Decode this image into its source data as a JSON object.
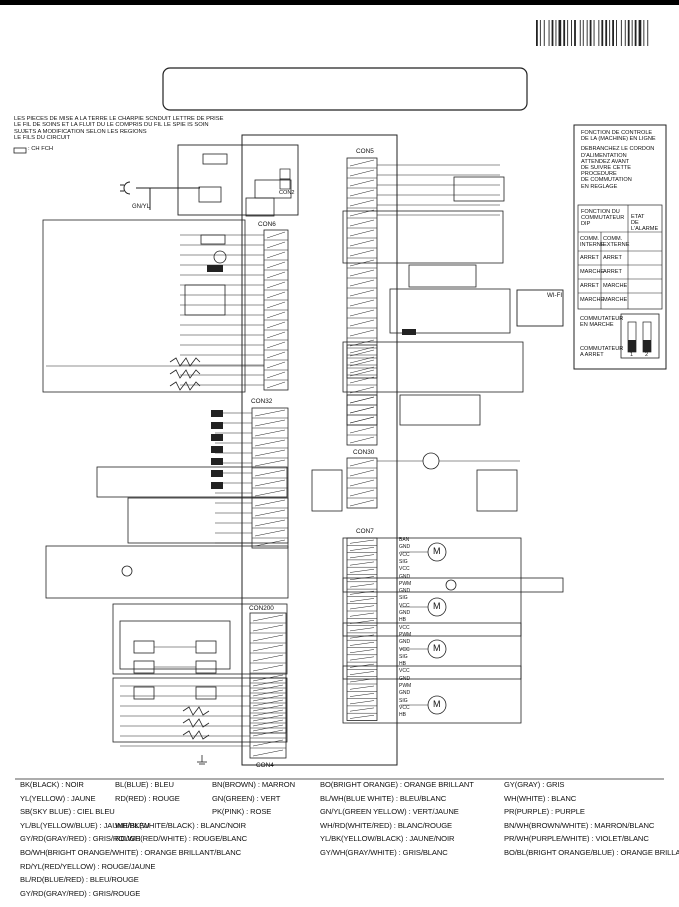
{
  "top_bar": {
    "color": "#000000"
  },
  "notes": [
    "LES PIECES DE MISE A LA TERRE LE CHARPIE SCNDUIT LETTRE DE PRISE",
    "LE FIL DE SOINS ET LA FLUIT DU LE COMPRIS DU FIL LE SPIE IS SOIN",
    "SUJETS A MODIFICATION SELON LES REGIONS",
    "LE FILS DU CIRCUIT"
  ],
  "note_symbol_text": ": CH FCH",
  "connectors": {
    "con5": "CON5",
    "con6": "CON6",
    "con2": "CON2",
    "con32": "CON32",
    "con30": "CON30",
    "con7": "CON7",
    "con200": "CON200",
    "con4": "CON4"
  },
  "ground_label": "GN/YL",
  "wifi_label": "WI-FI",
  "side_panel": {
    "title_lines": [
      "FONCTION DE CONTROLE",
      "DE LA (MACHINE) EN LIGNE"
    ],
    "bullet_lines": [
      "DEBRANCHEZ LE CORDON",
      "D'ALIMENTATION",
      "ATTENDEZ AVANT",
      "DE SUIVRE CETTE PROCEDURE",
      "DE COMMUTATION",
      "EN REGLAGE"
    ],
    "table_head": [
      "FONCTION DU",
      "COMMUTATEUR DIP",
      "ETAT",
      "DE L'ALARME"
    ],
    "table_subhead": [
      "COMM. INTERNE",
      "COMM. EXTERNE",
      "ETAT DE L'ALARME"
    ],
    "rows": [
      [
        "ARRET",
        "ARRET",
        ""
      ],
      [
        "MARCHE",
        "ARRET",
        ""
      ],
      [
        "ARRET",
        "MARCHE",
        ""
      ],
      [
        "MARCHE",
        "MARCHE",
        ""
      ]
    ],
    "switch_label_1": [
      "COMMUTATEUR",
      "EN MARCHE"
    ],
    "switch_label_2": [
      "COMMUTATEUR",
      "A ARRET"
    ],
    "switch_numbers": [
      "1",
      "2"
    ]
  },
  "con7_pins": [
    "BAN",
    "GND",
    "VCC",
    "SIG",
    "VCC",
    "GND",
    "PWM",
    "GND",
    "SIG",
    "VCC",
    "GND",
    "HB",
    "VCC",
    "PWM",
    "GND",
    "VCC",
    "SIG",
    "HB",
    "VCC",
    "GND",
    "PWM",
    "GND",
    "SIG",
    "VCC",
    "HB"
  ],
  "motor_symbol": "M",
  "legend": [
    [
      "BK(BLACK) : NOIR",
      "BL(BLUE) : BLEU",
      "BN(BROWN) : MARRON",
      "BO(BRIGHT ORANGE) : ORANGE BRILLANT",
      "GY(GRAY) : GRIS"
    ],
    [
      "YL(YELLOW) : JAUNE",
      "RD(RED) : ROUGE",
      "GN(GREEN) : VERT",
      "BL/WH(BLUE WHITE) : BLEU/BLANC",
      "WH(WHITE) : BLANC"
    ],
    [
      "SB(SKY BLUE) : CIEL BLEU",
      "",
      "PK(PINK) : ROSE",
      "GN/YL(GREEN YELLOW) : VERT/JAUNE",
      "PR(PURPLE) : PURPLE"
    ],
    [
      "YL/BL(YELLOW/BLUE) : JAUNE/BLEU",
      "WH/BK(WHITE/BLACK) : BLANC/NOIR",
      "",
      "WH/RD(WHITE/RED) : BLANC/ROUGE",
      "BN/WH(BROWN/WHITE) : MARRON/BLANC"
    ],
    [
      "GY/RD(GRAY/RED) : GRIS/ROUGE",
      "RD/WH(RED/WHITE) : ROUGE/BLANC",
      "",
      "YL/BK(YELLOW/BLACK) : JAUNE/NOIR",
      "PR/WH(PURPLE/WHITE) : VIOLET/BLANC"
    ],
    [
      "BO/WH(BRIGHT ORANGE/WHITE) : ORANGE BRILLANT/BLANC",
      "",
      "",
      "GY/WH(GRAY/WHITE) : GRIS/BLANC",
      "BO/BL(BRIGHT ORANGE/BLUE) : ORANGE BRILLANT/BLEU"
    ],
    [
      "RD/YL(RED/YELLOW) : ROUGE/JAUNE",
      "",
      "",
      "",
      ""
    ],
    [
      "BL/RD(BLUE/RED) : BLEU/ROUGE",
      "",
      "",
      "",
      ""
    ],
    [
      "GY/RD(GRAY/RED) : GRIS/ROUGE",
      "",
      "",
      "",
      ""
    ]
  ]
}
